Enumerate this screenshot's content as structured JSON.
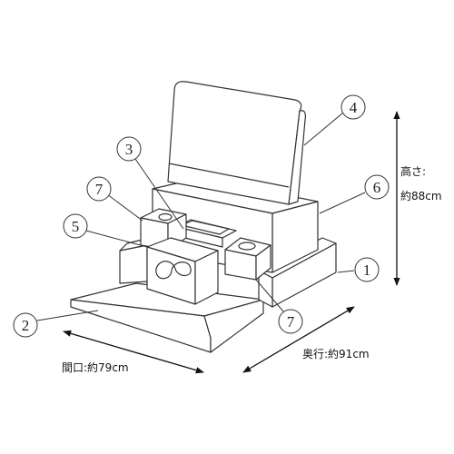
{
  "callouts": [
    "1",
    "2",
    "3",
    "4",
    "5",
    "6",
    "7",
    "7"
  ],
  "dimensions": {
    "height_label": "高さ:",
    "height_value": "約88cm",
    "width": "間口:約79cm",
    "depth": "奥行:約91cm"
  },
  "colors": {
    "line": "#333333",
    "background": "#ffffff"
  }
}
